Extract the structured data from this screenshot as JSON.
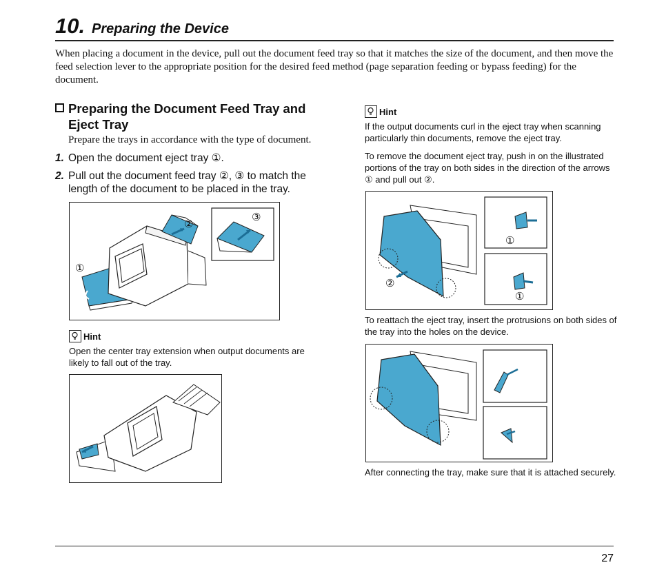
{
  "chapter": {
    "number": "10.",
    "title": "Preparing the Device"
  },
  "intro": "When placing a document in the device, pull out the document feed tray so that it matches the size of the document, and then move the feed selection lever to the appropriate position for the desired feed method (page separation feeding or bypass feeding) for the document.",
  "section": {
    "title_line1": "Preparing the Document Feed Tray and",
    "title_line2": "Eject Tray",
    "subtitle": "Prepare the trays in accordance with the type of document.",
    "steps": [
      {
        "num": "1.",
        "text": "Open the document eject tray ①."
      },
      {
        "num": "2.",
        "text": "Pull out the document feed tray ②, ③ to match the length of the document to be placed in the tray."
      }
    ]
  },
  "hint_left": {
    "label": "Hint",
    "text": "Open the center tray extension when output documents are likely to fall out of the tray."
  },
  "hint_right": {
    "label": "Hint",
    "p1": "If the output documents curl in the eject tray when scanning particularly thin documents, remove the eject tray.",
    "p2": "To remove the document eject tray, push in on the illustrated portions of the tray on both sides in the direction of the arrows ① and pull out ②.",
    "p3": "To reattach the eject tray, insert the protrusions on both sides of the tray into the holes on the device.",
    "p4": "After connecting the tray, make sure that it is attached securely."
  },
  "figure_labels": {
    "f1_1": "①",
    "f1_2": "②",
    "f1_3": "③",
    "f3_1a": "①",
    "f3_1b": "①",
    "f3_2": "②"
  },
  "colors": {
    "accent": "#4aa8cf",
    "line": "#222222"
  },
  "footer": {
    "page_number": "27"
  }
}
